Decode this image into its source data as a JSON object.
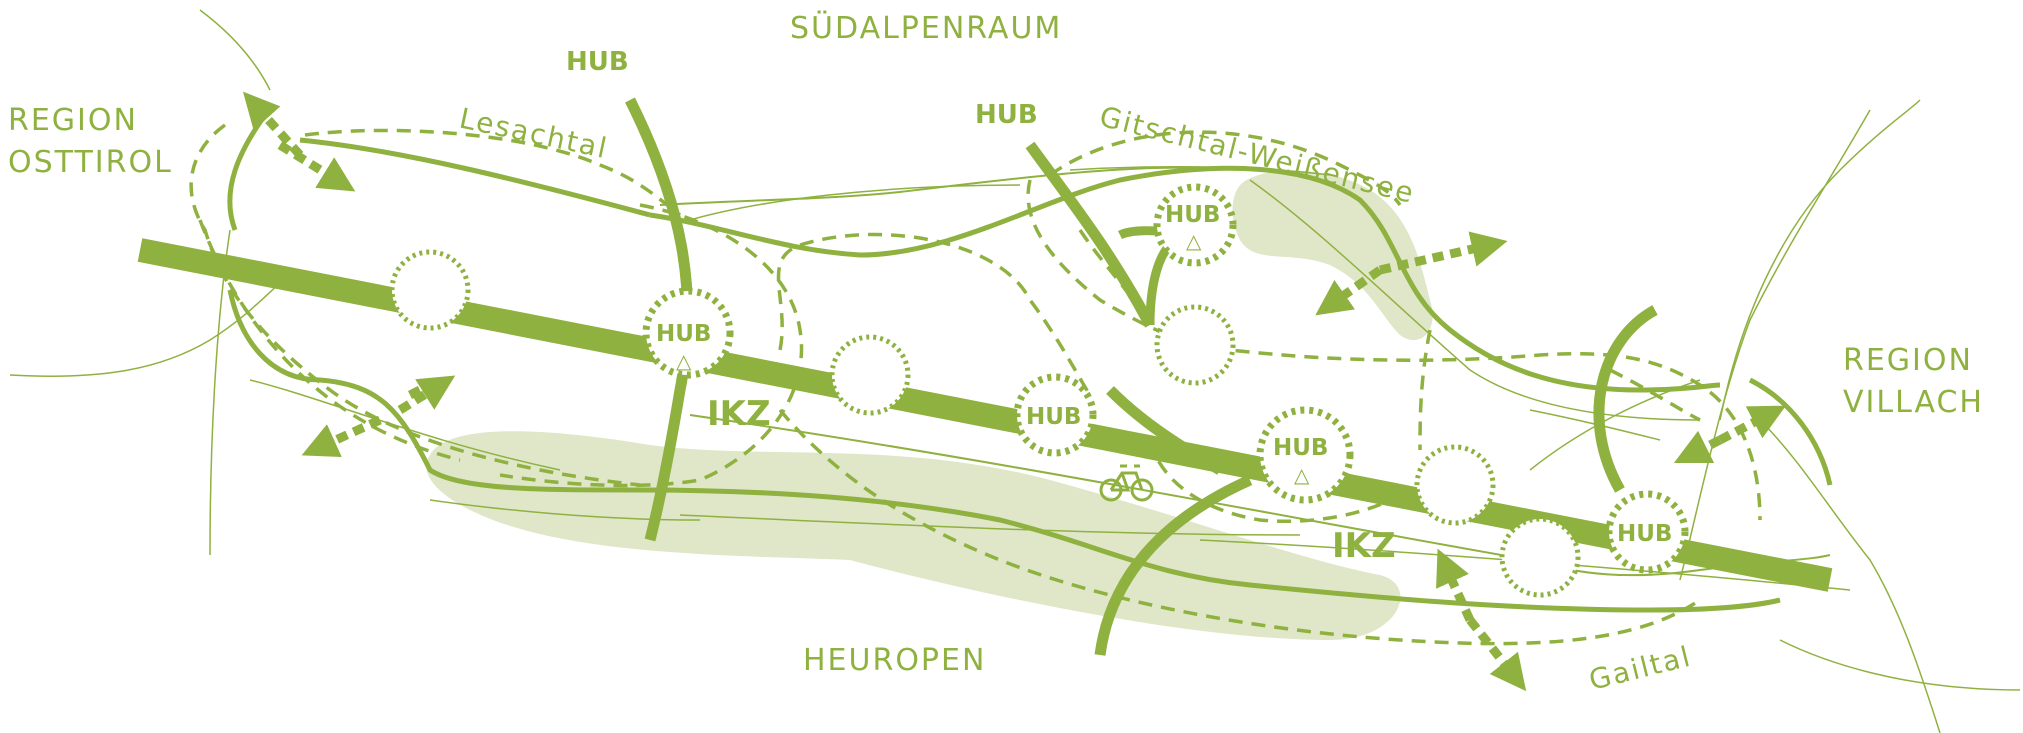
{
  "colors": {
    "line": "#8fb140",
    "area": "#dfe7c8",
    "background": "#ffffff"
  },
  "labels": {
    "suedalpenraum": "SÜDALPENRAUM",
    "heuropen": "HEUROPEN",
    "region_osttirol_1": "REGION",
    "region_osttirol_2": "OSTTIROL",
    "region_villach_1": "REGION",
    "region_villach_2": "VILLACH",
    "lesachtal": "Lesachtal",
    "gitschtal": "Gitschtal-Weißensee",
    "gailtal": "Gailtal",
    "hub": "HUB",
    "ikz": "IKZ",
    "triangle": "△"
  },
  "icons": [
    "bicycle-icon",
    "arrow-icon",
    "hub-circle",
    "dotted-circle"
  ]
}
